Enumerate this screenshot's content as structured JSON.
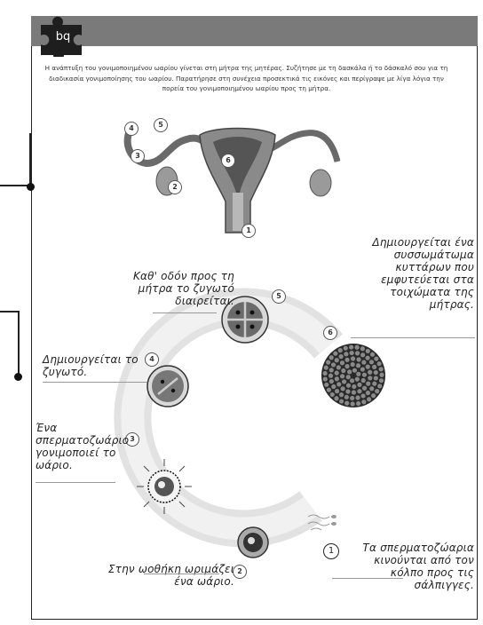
{
  "intro_text": "Η ανάπτυξη του γονιμοποιημένου ωαρίου γίνεται στη μήτρα της μητέρας. Συζήτησε με τη δασκάλα ή το δάσκαλό σου για τη διαδικασία γονιμοποίησης του ωαρίου. Παρατήρησε στη συνέχεια προσεκτικά τις εικόνες και περίγραψε με λίγα λόγια την πορεία του γονιμοποιημένου ωαρίου προς τη μήτρα.",
  "uterus_labels": [
    "1",
    "2",
    "3",
    "4",
    "5",
    "6"
  ],
  "stages": [
    {
      "num": "1",
      "caption": "Τα σπερματοζώαρια κινούνται από τον κόλπο προς τις σάλπιγγες."
    },
    {
      "num": "2",
      "caption": "Στην ωοθήκη ωριμάζει ένα ωάριο."
    },
    {
      "num": "3",
      "caption": "Ένα σπερματοζωάριο γονιμοποιεί το ωάριο."
    },
    {
      "num": "4",
      "caption": "Δημιουργείται το ζυγωτό."
    },
    {
      "num": "5",
      "caption": "Καθ' οδόν προς τη μήτρα το ζυγωτό διαιρείται."
    },
    {
      "num": "6",
      "caption": "Δημιουργείται ένα συσσωμάτωμα κυττάρων που εμφυτεύεται στα τοιχώματα της μήτρας."
    }
  ],
  "colors": {
    "header": "#7a7a7a",
    "badge": "#1e1e1e",
    "uterus": "#8a8a8a"
  },
  "icons": [
    "puzzle-icon"
  ]
}
